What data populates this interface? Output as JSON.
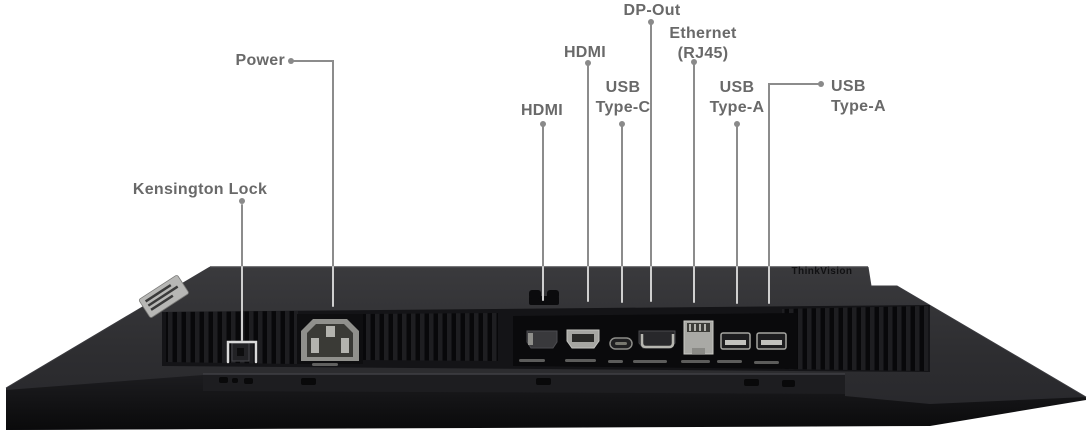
{
  "background_color": "#ffffff",
  "label_text_color": "#696969",
  "leader_line_color": "#8c8c8c",
  "monitor": {
    "brand_logo": "ThinkVision",
    "body_color": "#2e2e31",
    "ports_left_to_right": [
      "Kensington lock slot",
      "AC power inlet",
      "HDMI",
      "HDMI",
      "USB Type-C",
      "DP-Out",
      "Ethernet (RJ45)",
      "USB Type-A",
      "USB Type-A"
    ]
  },
  "callouts": {
    "power": {
      "label": "Power"
    },
    "kensington_lock": {
      "label": "Kensington Lock"
    },
    "hdmi_left": {
      "label": "HDMI"
    },
    "hdmi_right": {
      "label": "HDMI"
    },
    "usb_type_c": {
      "line1": "USB",
      "line2": "Type-C"
    },
    "dp_out": {
      "label": "DP-Out"
    },
    "ethernet": {
      "line1": "Ethernet",
      "line2": "(RJ45)"
    },
    "usb_type_a_inner": {
      "line1": "USB",
      "line2": "Type-A"
    },
    "usb_type_a_outer": {
      "line1": "USB",
      "line2": "Type-A"
    }
  }
}
